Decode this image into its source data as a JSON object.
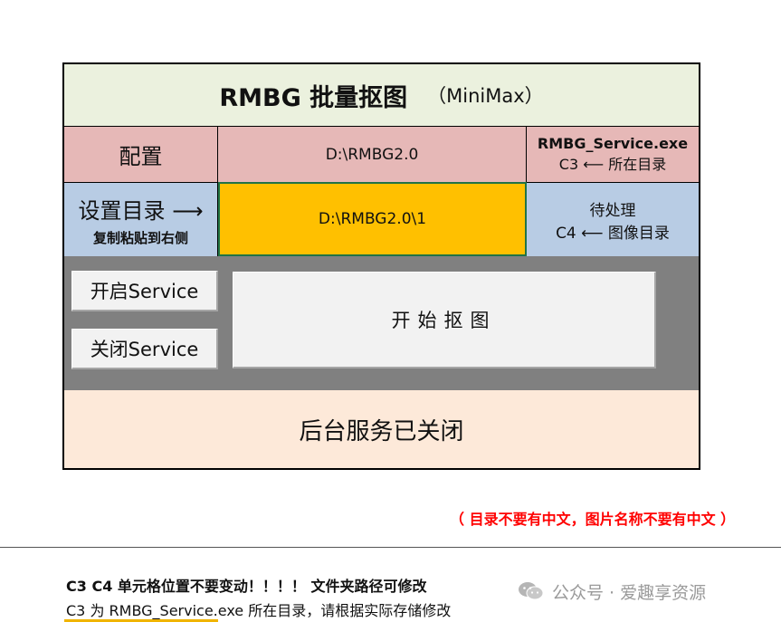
{
  "title": {
    "main": "RMBG 批量抠图",
    "sub": "（MiniMax）"
  },
  "config_row": {
    "label": "配置",
    "path": "D:\\RMBG2.0",
    "note_bold": "RMBG_Service.exe",
    "note": "C3 ⟵ 所在目录"
  },
  "dir_row": {
    "label": "设置目录 ⟶",
    "hint": "复制粘贴到右侧",
    "path": "D:\\RMBG2.0\\1",
    "note_line1": "待处理",
    "note_line2": "C4 ⟵ 图像目录"
  },
  "buttons": {
    "start_service": "开启Service",
    "stop_service": "关闭Service",
    "start_matting": "开始抠图"
  },
  "status": "后台服务已关闭",
  "warning": "（ 目录不要有中文，图片名称不要有中文 ）",
  "notes": {
    "line1": "C3 C4 单元格位置不要变动！！！！  文件夹路径可修改",
    "line2": "C3 为 RMBG_Service.exe 所在目录，请根据实际存储修改"
  },
  "watermark": "公众号 · 爱趣享资源",
  "colors": {
    "title_bg": "#ebf1de",
    "config_bg": "#e6b8b7",
    "dir_bg": "#b8cce4",
    "path_highlight": "#ffc000",
    "panel_bg": "#808080",
    "status_bg": "#fde9d9",
    "warning": "#ff0000"
  }
}
